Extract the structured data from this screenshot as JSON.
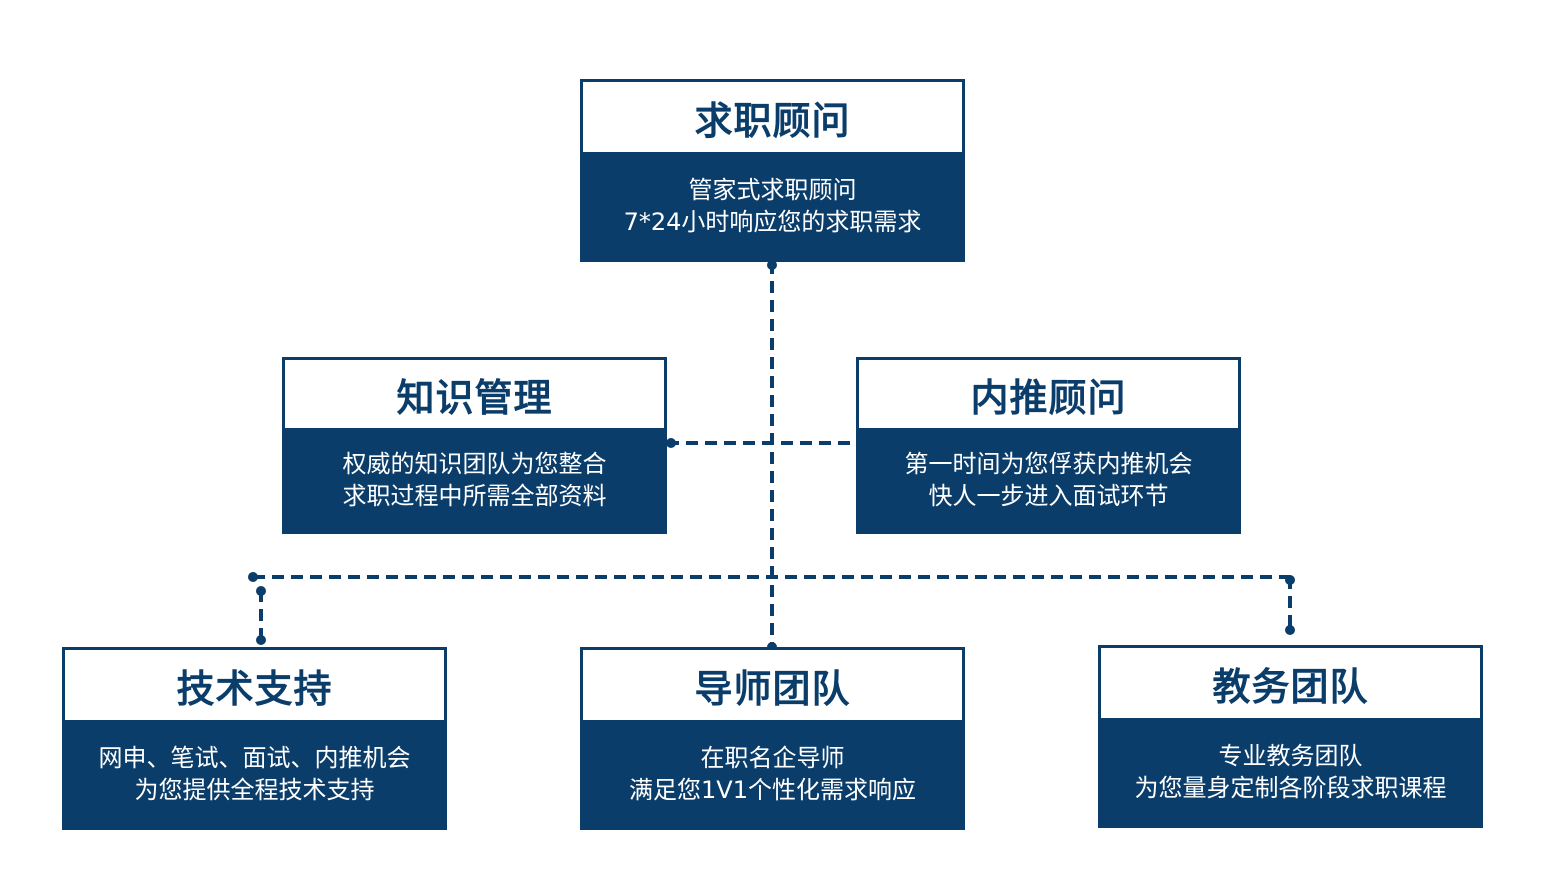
{
  "colors": {
    "primary": "#0b3d6b",
    "background": "#ffffff",
    "text_on_primary": "#ffffff"
  },
  "nodes": {
    "top": {
      "title": "求职顾问",
      "lines": [
        "管家式求职顾问",
        "7*24小时响应您的求职需求"
      ]
    },
    "knowledge": {
      "title": "知识管理",
      "lines": [
        "权威的知识团队为您整合",
        "求职过程中所需全部资料"
      ]
    },
    "referral": {
      "title": "内推顾问",
      "lines": [
        "第一时间为您俘获内推机会",
        "快人一步进入面试环节"
      ]
    },
    "tech": {
      "title": "技术支持",
      "lines": [
        "网申、笔试、面试、内推机会",
        "为您提供全程技术支持"
      ]
    },
    "mentor": {
      "title": "导师团队",
      "lines": [
        "在职名企导师",
        "满足您1V1个性化需求响应"
      ]
    },
    "academic": {
      "title": "教务团队",
      "lines": [
        "专业教务团队",
        "为您量身定制各阶段求职课程"
      ]
    }
  }
}
